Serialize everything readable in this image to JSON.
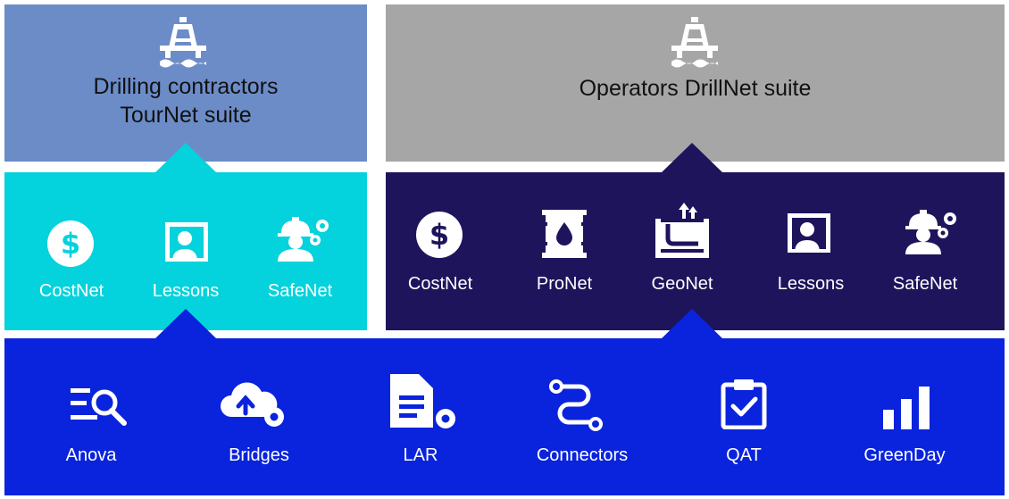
{
  "drilling_suite": {
    "title_line1": "Drilling contractors",
    "title_line2": "TourNet suite",
    "icon": "oil-rig-icon"
  },
  "operators_suite": {
    "title": "Operators DrillNet suite",
    "icon": "oil-rig-icon"
  },
  "drilling_apps": [
    {
      "label": "CostNet",
      "icon": "dollar-icon"
    },
    {
      "label": "Lessons",
      "icon": "presenter-icon"
    },
    {
      "label": "SafeNet",
      "icon": "worker-gears-icon"
    }
  ],
  "operator_apps": [
    {
      "label": "CostNet",
      "icon": "dollar-icon"
    },
    {
      "label": "ProNet",
      "icon": "oil-barrel-icon"
    },
    {
      "label": "GeoNet",
      "icon": "geology-well-icon"
    },
    {
      "label": "Lessons",
      "icon": "presenter-icon"
    },
    {
      "label": "SafeNet",
      "icon": "worker-gears-icon"
    }
  ],
  "platform_apps": [
    {
      "label": "Anova",
      "icon": "list-search-icon"
    },
    {
      "label": "Bridges",
      "icon": "cloud-upload-gear-icon"
    },
    {
      "label": "LAR",
      "icon": "document-gear-icon"
    },
    {
      "label": "Connectors",
      "icon": "connector-path-icon"
    },
    {
      "label": "QAT",
      "icon": "clipboard-check-icon"
    },
    {
      "label": "GreenDay",
      "icon": "bar-chart-icon"
    }
  ],
  "colors": {
    "drilling_header": "#6c8cc8",
    "operators_header": "#a6a6a6",
    "drilling_apps": "#04d2dc",
    "operator_apps": "#1e145c",
    "platform": "#0a23dc"
  }
}
